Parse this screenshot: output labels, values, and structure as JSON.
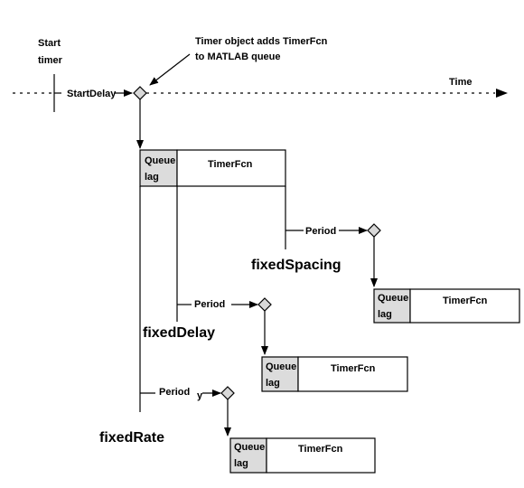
{
  "labels": {
    "start_timer_line1": "Start",
    "start_timer_line2": "timer",
    "note_line1": "Timer object adds TimerFcn",
    "note_line2": "to MATLAB queue",
    "time": "Time",
    "start_delay": "StartDelay",
    "period_spacing": "Period",
    "period_delay": "Period",
    "period_rate": "Period",
    "rate_mark": "y",
    "fixed_spacing": "fixedSpacing",
    "fixed_delay": "fixedDelay",
    "fixed_rate": "fixedRate"
  },
  "boxes": {
    "initial": {
      "queue_line1": "Queue",
      "queue_line2": "lag",
      "fcn": "TimerFcn"
    },
    "spacing": {
      "queue_line1": "Queue",
      "queue_line2": "lag",
      "fcn": "TimerFcn"
    },
    "delay": {
      "queue_line1": "Queue",
      "queue_line2": "lag",
      "fcn": "TimerFcn"
    },
    "rate": {
      "queue_line1": "Queue",
      "queue_line2": "lag",
      "fcn": "TimerFcn"
    }
  }
}
